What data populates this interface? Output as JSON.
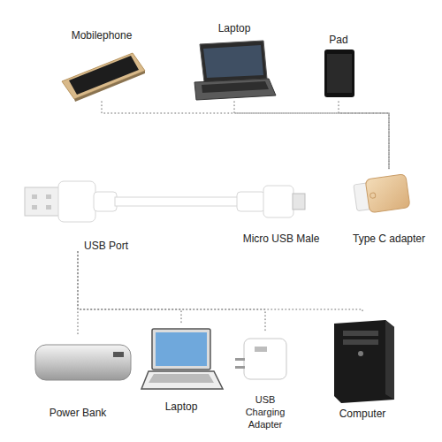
{
  "diagram": {
    "nodes": [
      {
        "text": [
          "Mobilephone"
        ]
      },
      {
        "text": [
          "Laptop"
        ]
      },
      {
        "text": [
          "Pad"
        ]
      },
      {
        "text": [
          "USB Port"
        ]
      },
      {
        "text": [
          "Micro USB Male"
        ]
      },
      {
        "text": [
          "Type C adapter"
        ]
      },
      {
        "text": [
          "Power Bank"
        ]
      },
      {
        "text": [
          "Laptop"
        ]
      },
      {
        "text": [
          "USB Charging Adapter"
        ]
      },
      {
        "text": [
          "Computer"
        ]
      }
    ],
    "edges": [
      {
        "from": 0,
        "to": 5,
        "arrow": "none"
      },
      {
        "from": 1,
        "to": 5,
        "arrow": "none"
      },
      {
        "from": 2,
        "to": 5,
        "arrow": "none"
      },
      {
        "from": 3,
        "to": 6,
        "arrow": "none"
      },
      {
        "from": 3,
        "to": 7,
        "arrow": "none"
      },
      {
        "from": 3,
        "to": 8,
        "arrow": "none"
      },
      {
        "from": 3,
        "to": 9,
        "arrow": "none"
      }
    ]
  }
}
